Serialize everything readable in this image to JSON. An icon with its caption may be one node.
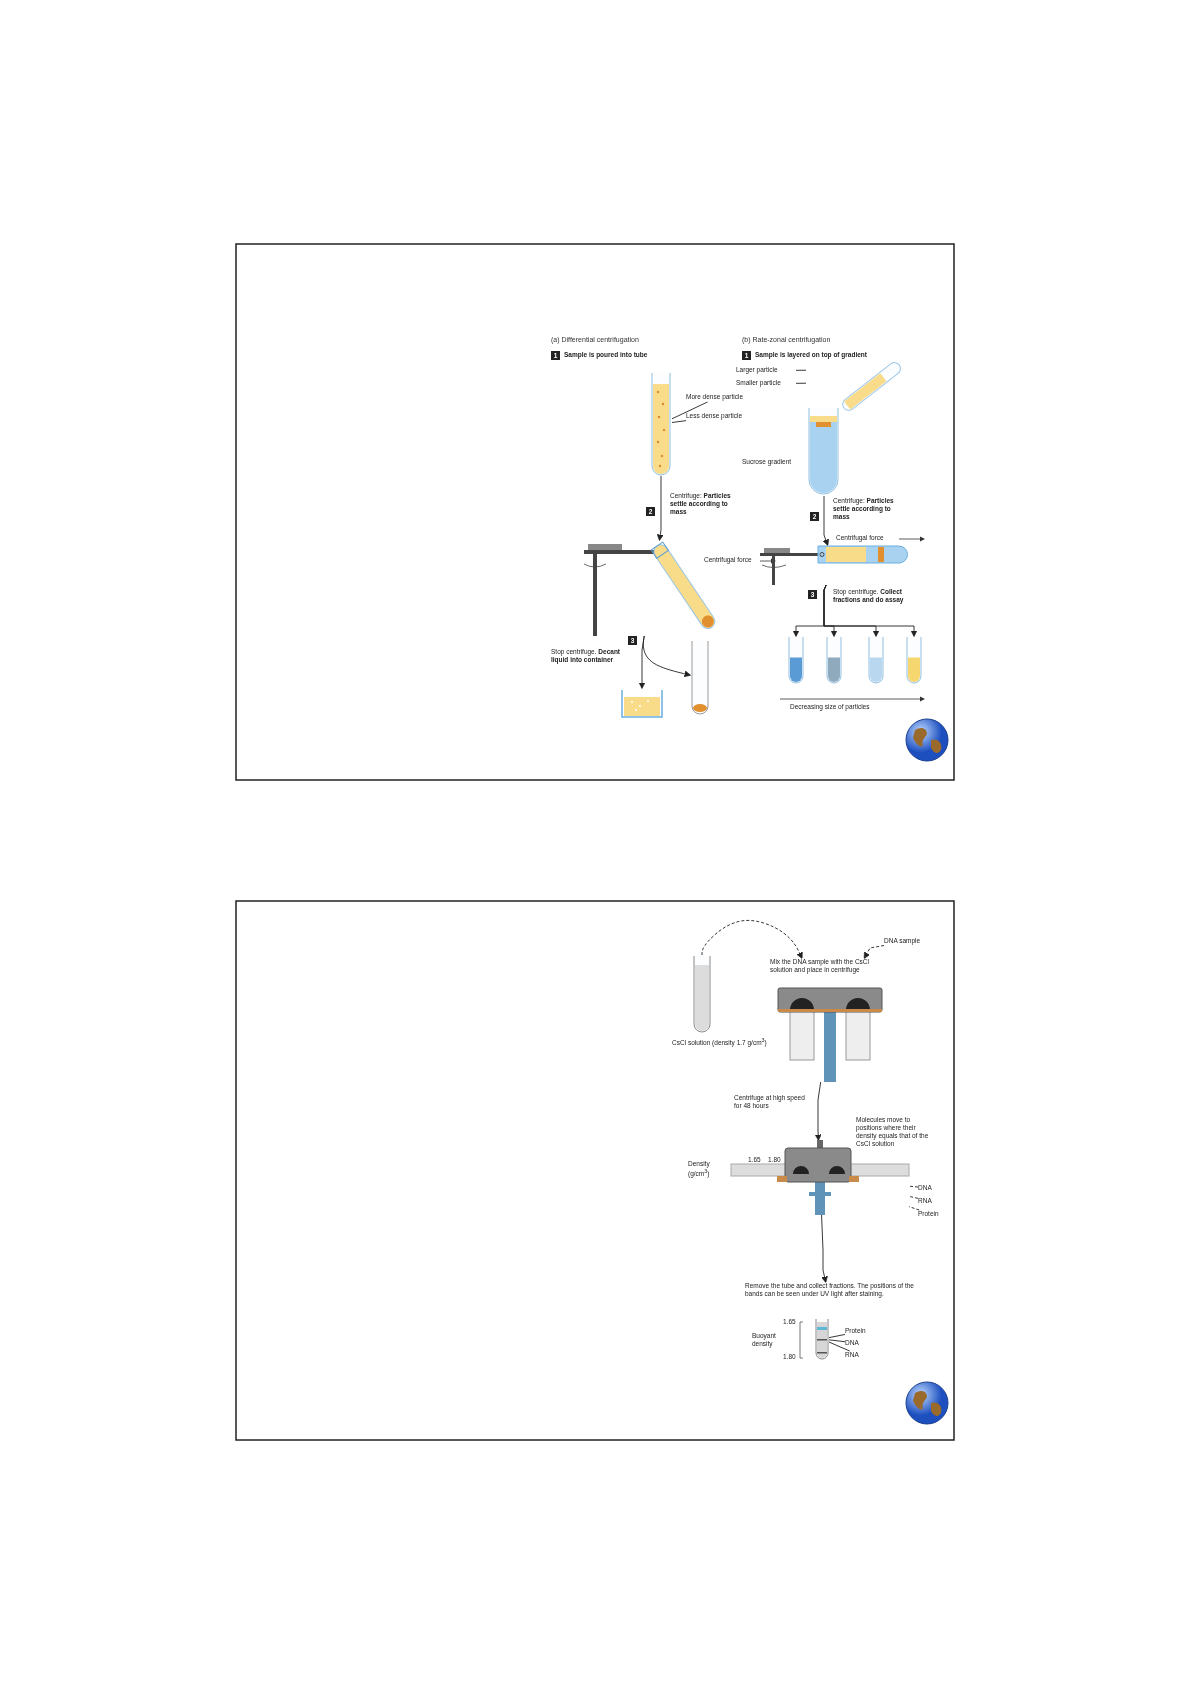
{
  "diagram": {
    "nodes": [
      {
        "text": [],
        "shape": "picture"
      },
      {
        "text": [
          "More dense particle"
        ]
      },
      {
        "text": [
          "Less dense particle"
        ]
      },
      {
        "text": [],
        "shape": "picture"
      },
      {
        "text": [],
        "shape": "picture"
      },
      {
        "text": [],
        "shape": "picture"
      },
      {
        "text": [],
        "shape": "picture",
        "beside": [
          "Sucrose gradient"
        ]
      },
      {
        "text": [
          "Larger particle"
        ]
      },
      {
        "text": [
          "Smaller particle"
        ]
      },
      {
        "text": [],
        "shape": "picture"
      },
      {
        "text": [],
        "shape": "picture"
      },
      {
        "text": [],
        "shape": "picture"
      },
      {
        "text": [],
        "shape": "picture"
      },
      {
        "text": [],
        "shape": "picture"
      },
      {
        "text": [],
        "shape": "picture",
        "beside": [
          "CsCl solution (density 1.7 g/cm$^{3}$)"
        ]
      },
      {
        "text": [
          "DNA sample"
        ]
      },
      {
        "text": [
          "Mix the DNA sample with the CsCl solution and place in centrifuge"
        ]
      },
      {
        "text": [],
        "shape": "picture"
      },
      {
        "text": [
          "Remove the tube and collect fractions. The positions of the bands can be seen under UV light after staining."
        ]
      },
      {
        "text": [],
        "shape": "picture",
        "in": 18
      },
      {
        "text": [
          "Protein"
        ],
        "in": 18
      },
      {
        "text": [
          "DNA"
        ],
        "in": 18
      },
      {
        "text": [
          "RNA"
        ],
        "in": 18
      },
      {
        "text": [
          "DNA"
        ]
      },
      {
        "text": [
          "RNA"
        ]
      },
      {
        "text": [
          "Protein"
        ]
      }
    ],
    "edges": [
      {
        "from": 1,
        "to": 0,
        "arrow": "none"
      },
      {
        "from": 2,
        "to": 0,
        "arrow": "none"
      },
      {
        "from": 0,
        "to": 3,
        "arrow": "to"
      },
      {
        "from": 3,
        "to": 4,
        "arrow": "to"
      },
      {
        "from": 3,
        "to": 5,
        "arrow": "to"
      },
      {
        "from": 7,
        "to": 6,
        "arrow": "none"
      },
      {
        "from": 8,
        "to": 6,
        "arrow": "none"
      },
      {
        "from": 6,
        "to": 9,
        "arrow": "to"
      },
      {
        "from": 9,
        "to": 10,
        "arrow": "to"
      },
      {
        "from": 9,
        "to": 11,
        "arrow": "to"
      },
      {
        "from": 9,
        "to": 12,
        "arrow": "to"
      },
      {
        "from": 9,
        "to": 13,
        "arrow": "to"
      },
      {
        "from": 14,
        "to": 16,
        "arrow": "to",
        "style": "dashed"
      },
      {
        "from": 15,
        "to": 16,
        "arrow": "to",
        "style": "dashed"
      },
      {
        "from": 16,
        "to": 17,
        "arrow": "to"
      },
      {
        "from": 17,
        "to": 18,
        "arrow": "to"
      },
      {
        "from": 20,
        "to": 19,
        "arrow": "none"
      },
      {
        "from": 21,
        "to": 19,
        "arrow": "none"
      },
      {
        "from": 22,
        "to": 19,
        "arrow": "none"
      },
      {
        "from": 23,
        "to": 17,
        "arrow": "none",
        "style": "dashed"
      },
      {
        "from": 24,
        "to": 17,
        "arrow": "none",
        "style": "dashed"
      },
      {
        "from": 25,
        "to": 17,
        "arrow": "none",
        "style": "dashed"
      }
    ],
    "labels": [
      "(a) Differential centrifugation",
      "1",
      "Sample is poured into tube",
      "2",
      "Centrifuge: **Particles settle according to mass**",
      "Centrifugal force",
      "3",
      "Stop centrifuge. **Decant liquid into container**",
      "(b) Rate-zonal centrifugation",
      "1",
      "Sample is layered on top of gradient",
      "2",
      "Centrifuge: **Particles settle according to mass**",
      "Centrifugal force",
      "3",
      "Stop centrifuge. **Collect fractions and do assay**",
      "Decreasing size of particles",
      "Centrifuge at high speed for 48 hours",
      "Density (g/cm$^{3}$)",
      "1.65",
      "1.80",
      "Molecules move to positions where their density equals that of the CsCl solution",
      "1.65",
      "Buoyant density",
      "1.80"
    ]
  }
}
